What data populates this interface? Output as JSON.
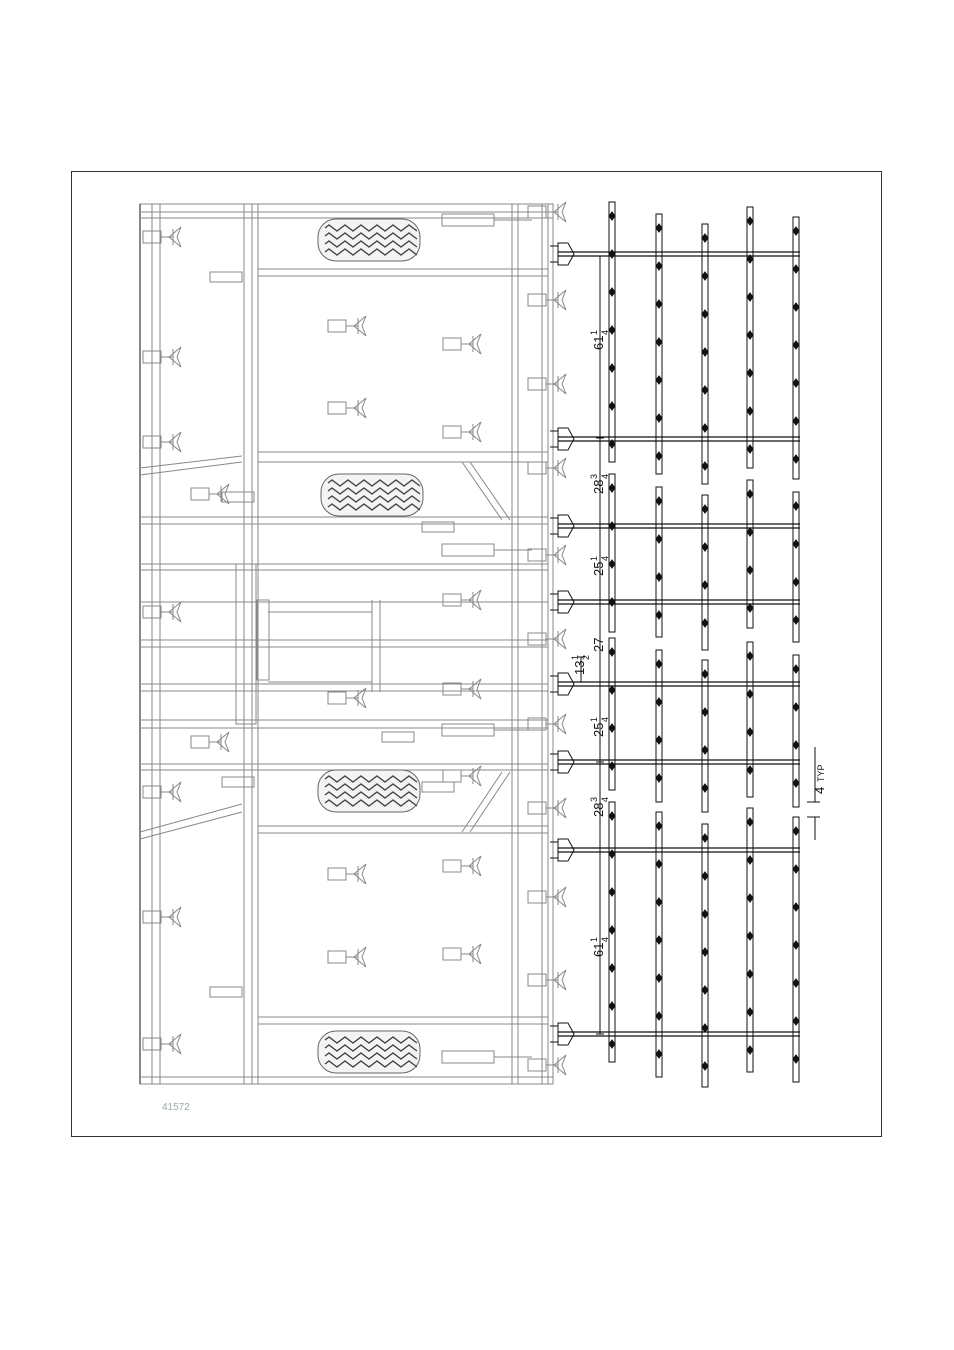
{
  "figure": {
    "reference_number": "41572",
    "typical_note": {
      "value": "4",
      "label": "TYP"
    },
    "dimensions": [
      {
        "whole": "61",
        "num": "1",
        "den": "4"
      },
      {
        "whole": "28",
        "num": "3",
        "den": "4"
      },
      {
        "whole": "25",
        "num": "1",
        "den": "4"
      },
      {
        "whole": "27",
        "num": "",
        "den": ""
      },
      {
        "whole": "13",
        "num": "1",
        "den": "2"
      },
      {
        "whole": "25",
        "num": "1",
        "den": "4"
      },
      {
        "whole": "28",
        "num": "3",
        "den": "4"
      },
      {
        "whole": "61",
        "num": "1",
        "den": "4"
      }
    ]
  }
}
